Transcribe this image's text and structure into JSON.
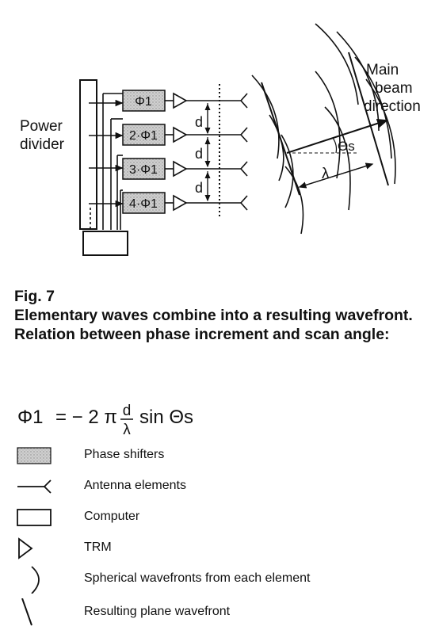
{
  "diagram": {
    "power_divider_label": [
      "Power",
      "divider"
    ],
    "phase_labels": [
      "Φ1",
      "2·Φ1",
      "3·Φ1",
      "4·Φ1"
    ],
    "spacing_label": "d",
    "main_beam_label": [
      "Main",
      "beam",
      "direction"
    ],
    "angle_label": "Θs",
    "wavelength_label": "λ"
  },
  "caption": {
    "figure_number": "Fig. 7",
    "text": "Elementary waves combine into a resulting wavefront. Relation between phase increment and scan angle:"
  },
  "formula": {
    "lhs": "Φ1",
    "rhs_prefix": "= − 2 π",
    "fraction_num": "d",
    "fraction_den": "λ",
    "rhs_suffix": "sin Θs"
  },
  "legend": [
    {
      "icon": "phase-shifter-icon",
      "label": "Phase shifters"
    },
    {
      "icon": "antenna-element-icon",
      "label": "Antenna elements"
    },
    {
      "icon": "computer-icon",
      "label": "Computer"
    },
    {
      "icon": "trm-icon",
      "label": "TRM"
    },
    {
      "icon": "spherical-wavefront-icon",
      "label": "Spherical wavefronts from each element"
    },
    {
      "icon": "plane-wavefront-icon",
      "label": "Resulting plane wavefront"
    }
  ]
}
